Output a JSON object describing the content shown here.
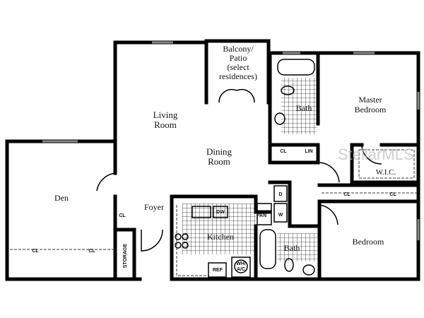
{
  "rooms": {
    "living": [
      "Living",
      "Room"
    ],
    "dining": [
      "Dining",
      "Room"
    ],
    "balcony": [
      "Balcony/",
      "Patio",
      "(select",
      "residences)"
    ],
    "bath_master": "Bath",
    "master": [
      "Master",
      "Bedroom"
    ],
    "den": "Den",
    "foyer": "Foyer",
    "kitchen": "Kitchen",
    "bath2": "Bath",
    "bedroom": "Bedroom",
    "wic": "W.I.C."
  },
  "fixtures": {
    "cl": "CL",
    "lin": "LIN",
    "dw": "DW",
    "pan": "PAN",
    "dryer": "D",
    "washer": "W",
    "ref": "REF",
    "wh_ac": [
      "WH/",
      "A/C"
    ],
    "storage": "STORAGE"
  },
  "watermark": "StellarMLS"
}
